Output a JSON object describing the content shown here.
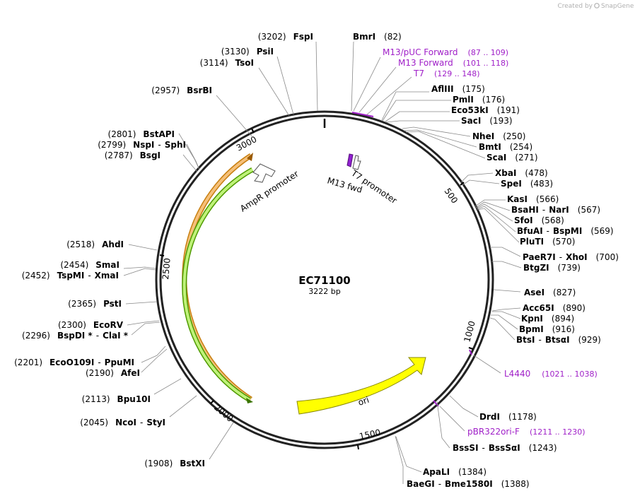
{
  "plasmid": {
    "name": "EC71100",
    "length_label": "3222 bp"
  },
  "credit": {
    "prefix": "Created by",
    "brand": "SnapGene"
  },
  "ticks": [
    "500",
    "1000",
    "1500",
    "2000",
    "2500",
    "3000"
  ],
  "features": {
    "ampr_promoter": "AmpR promoter",
    "m13_fwd": "M13 fwd",
    "t7_promoter": "T7 promoter",
    "ori": "ori"
  },
  "primers": [
    {
      "name": "M13/pUC Forward",
      "range": "(87 .. 109)"
    },
    {
      "name": "M13 Forward",
      "range": "(101 .. 118)"
    },
    {
      "name": "T7",
      "range": "(129 .. 148)"
    },
    {
      "name": "L4440",
      "range": "(1021 .. 1038)"
    },
    {
      "name": "pBR322ori-F",
      "range": "(1211 .. 1230)"
    }
  ],
  "sites_right": [
    {
      "n1": "BmrI",
      "p1": "(82)"
    },
    {
      "n1": "AflIII",
      "p1": "(175)"
    },
    {
      "n1": "PmlI",
      "p1": "(176)"
    },
    {
      "n1": "Eco53kI",
      "p1": "(191)"
    },
    {
      "n1": "SacI",
      "p1": "(193)"
    },
    {
      "n1": "NheI",
      "p1": "(250)"
    },
    {
      "n1": "BmtI",
      "p1": "(254)"
    },
    {
      "n1": "ScaI",
      "p1": "(271)"
    },
    {
      "n1": "XbaI",
      "p1": "(478)"
    },
    {
      "n1": "SpeI",
      "p1": "(483)"
    },
    {
      "n1": "KasI",
      "p1": "(566)"
    },
    {
      "n1": "BsaHI",
      "n2": "NarI",
      "p1": "(567)"
    },
    {
      "n1": "SfoI",
      "p1": "(568)"
    },
    {
      "n1": "BfuAI",
      "n2": "BspMI",
      "p1": "(569)"
    },
    {
      "n1": "PluTI",
      "p1": "(570)"
    },
    {
      "n1": "PaeR7I",
      "n2": "XhoI",
      "p1": "(700)"
    },
    {
      "n1": "BtgZI",
      "p1": "(739)"
    },
    {
      "n1": "AseI",
      "p1": "(827)"
    },
    {
      "n1": "Acc65I",
      "p1": "(890)"
    },
    {
      "n1": "KpnI",
      "p1": "(894)"
    },
    {
      "n1": "BpmI",
      "p1": "(916)"
    },
    {
      "n1": "BtsI",
      "n2": "BtsαI",
      "p1": "(929)"
    },
    {
      "n1": "DrdI",
      "p1": "(1178)"
    },
    {
      "n1": "BssSI",
      "n2": "BssSαI",
      "p1": "(1243)"
    },
    {
      "n1": "ApaLI",
      "p1": "(1384)"
    },
    {
      "n1": "BaeGI",
      "n2": "Bme1580I",
      "p1": "(1388)"
    }
  ],
  "sites_left": [
    {
      "n1": "FspI",
      "p1": "(3202)"
    },
    {
      "n1": "PsiI",
      "p1": "(3130)"
    },
    {
      "n1": "TsoI",
      "p1": "(3114)"
    },
    {
      "n1": "BsrBI",
      "p1": "(2957)"
    },
    {
      "n1": "BstAPI",
      "p1": "(2801)"
    },
    {
      "n1": "NspI",
      "n2": "SphI",
      "p1": "(2799)"
    },
    {
      "n1": "BsgI",
      "p1": "(2787)"
    },
    {
      "n1": "AhdI",
      "p1": "(2518)"
    },
    {
      "n1": "SmaI",
      "p1": "(2454)"
    },
    {
      "n1": "TspMI",
      "n2": "XmaI",
      "p1": "(2452)"
    },
    {
      "n1": "PstI",
      "p1": "(2365)"
    },
    {
      "n1": "EcoRV",
      "p1": "(2300)"
    },
    {
      "n1": "BspDI *",
      "n2": "ClaI *",
      "p1": "(2296)"
    },
    {
      "n1": "EcoO109I",
      "n2": "PpuMI",
      "p1": "(2201)"
    },
    {
      "n1": "AfeI",
      "p1": "(2190)"
    },
    {
      "n1": "Bpu10I",
      "p1": "(2113)"
    },
    {
      "n1": "NcoI",
      "n2": "StyI",
      "p1": "(2045)"
    },
    {
      "n1": "BstXI",
      "p1": "(1908)"
    }
  ]
}
